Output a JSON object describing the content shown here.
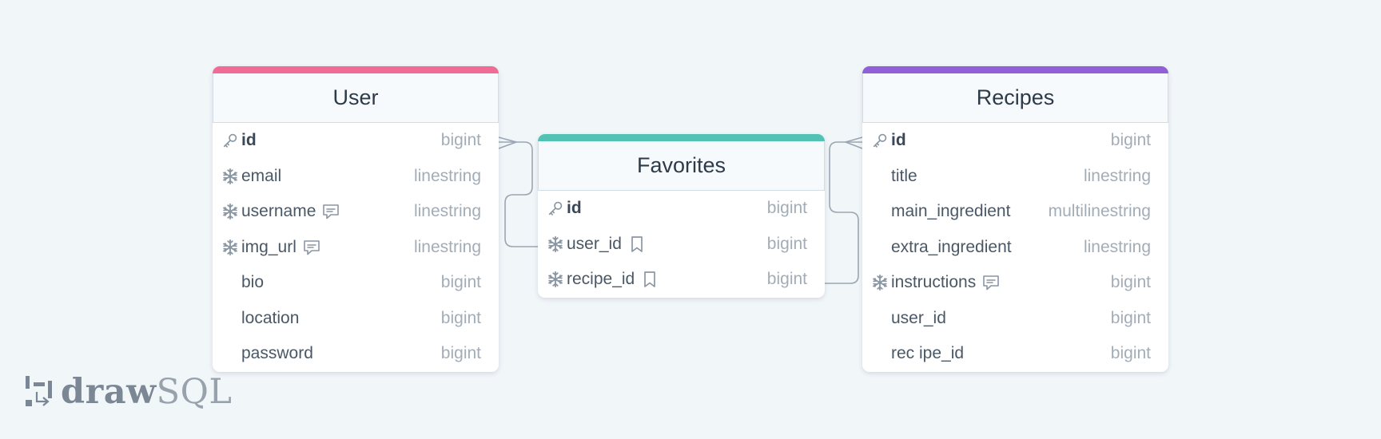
{
  "colors": {
    "user_accent": "#f06c96",
    "favorites_accent": "#51c2b4",
    "recipes_accent": "#9160d9"
  },
  "tables": {
    "user": {
      "title": "User",
      "rows": [
        {
          "name": "id",
          "type": "bigint",
          "icon": "key-icon",
          "pk": true
        },
        {
          "name": "email",
          "type": "linestring",
          "icon": "snowflake-icon"
        },
        {
          "name": "username",
          "type": "linestring",
          "icon": "snowflake-icon",
          "note": "comment-icon"
        },
        {
          "name": "img_url",
          "type": "linestring",
          "icon": "snowflake-icon",
          "note": "comment-icon"
        },
        {
          "name": "bio",
          "type": "bigint"
        },
        {
          "name": "location",
          "type": "bigint"
        },
        {
          "name": "password",
          "type": "bigint"
        }
      ]
    },
    "favorites": {
      "title": "Favorites",
      "rows": [
        {
          "name": "id",
          "type": "bigint",
          "icon": "key-icon",
          "pk": true
        },
        {
          "name": "user_id",
          "type": "bigint",
          "icon": "snowflake-icon",
          "note": "bookmark-icon"
        },
        {
          "name": "recipe_id",
          "type": "bigint",
          "icon": "snowflake-icon",
          "note": "bookmark-icon"
        }
      ]
    },
    "recipes": {
      "title": "Recipes",
      "rows": [
        {
          "name": "id",
          "type": "bigint",
          "icon": "key-icon",
          "pk": true
        },
        {
          "name": "title",
          "type": "linestring"
        },
        {
          "name": "main_ingredient",
          "type": "multilinestring"
        },
        {
          "name": "extra_ingredient",
          "type": "linestring"
        },
        {
          "name": "instructions",
          "type": "bigint",
          "icon": "snowflake-icon",
          "note": "comment-icon"
        },
        {
          "name": "user_id",
          "type": "bigint"
        },
        {
          "name": "rec ipe_id",
          "type": "bigint"
        }
      ]
    }
  },
  "logo": {
    "draw": "draw",
    "sql": "SQL"
  }
}
